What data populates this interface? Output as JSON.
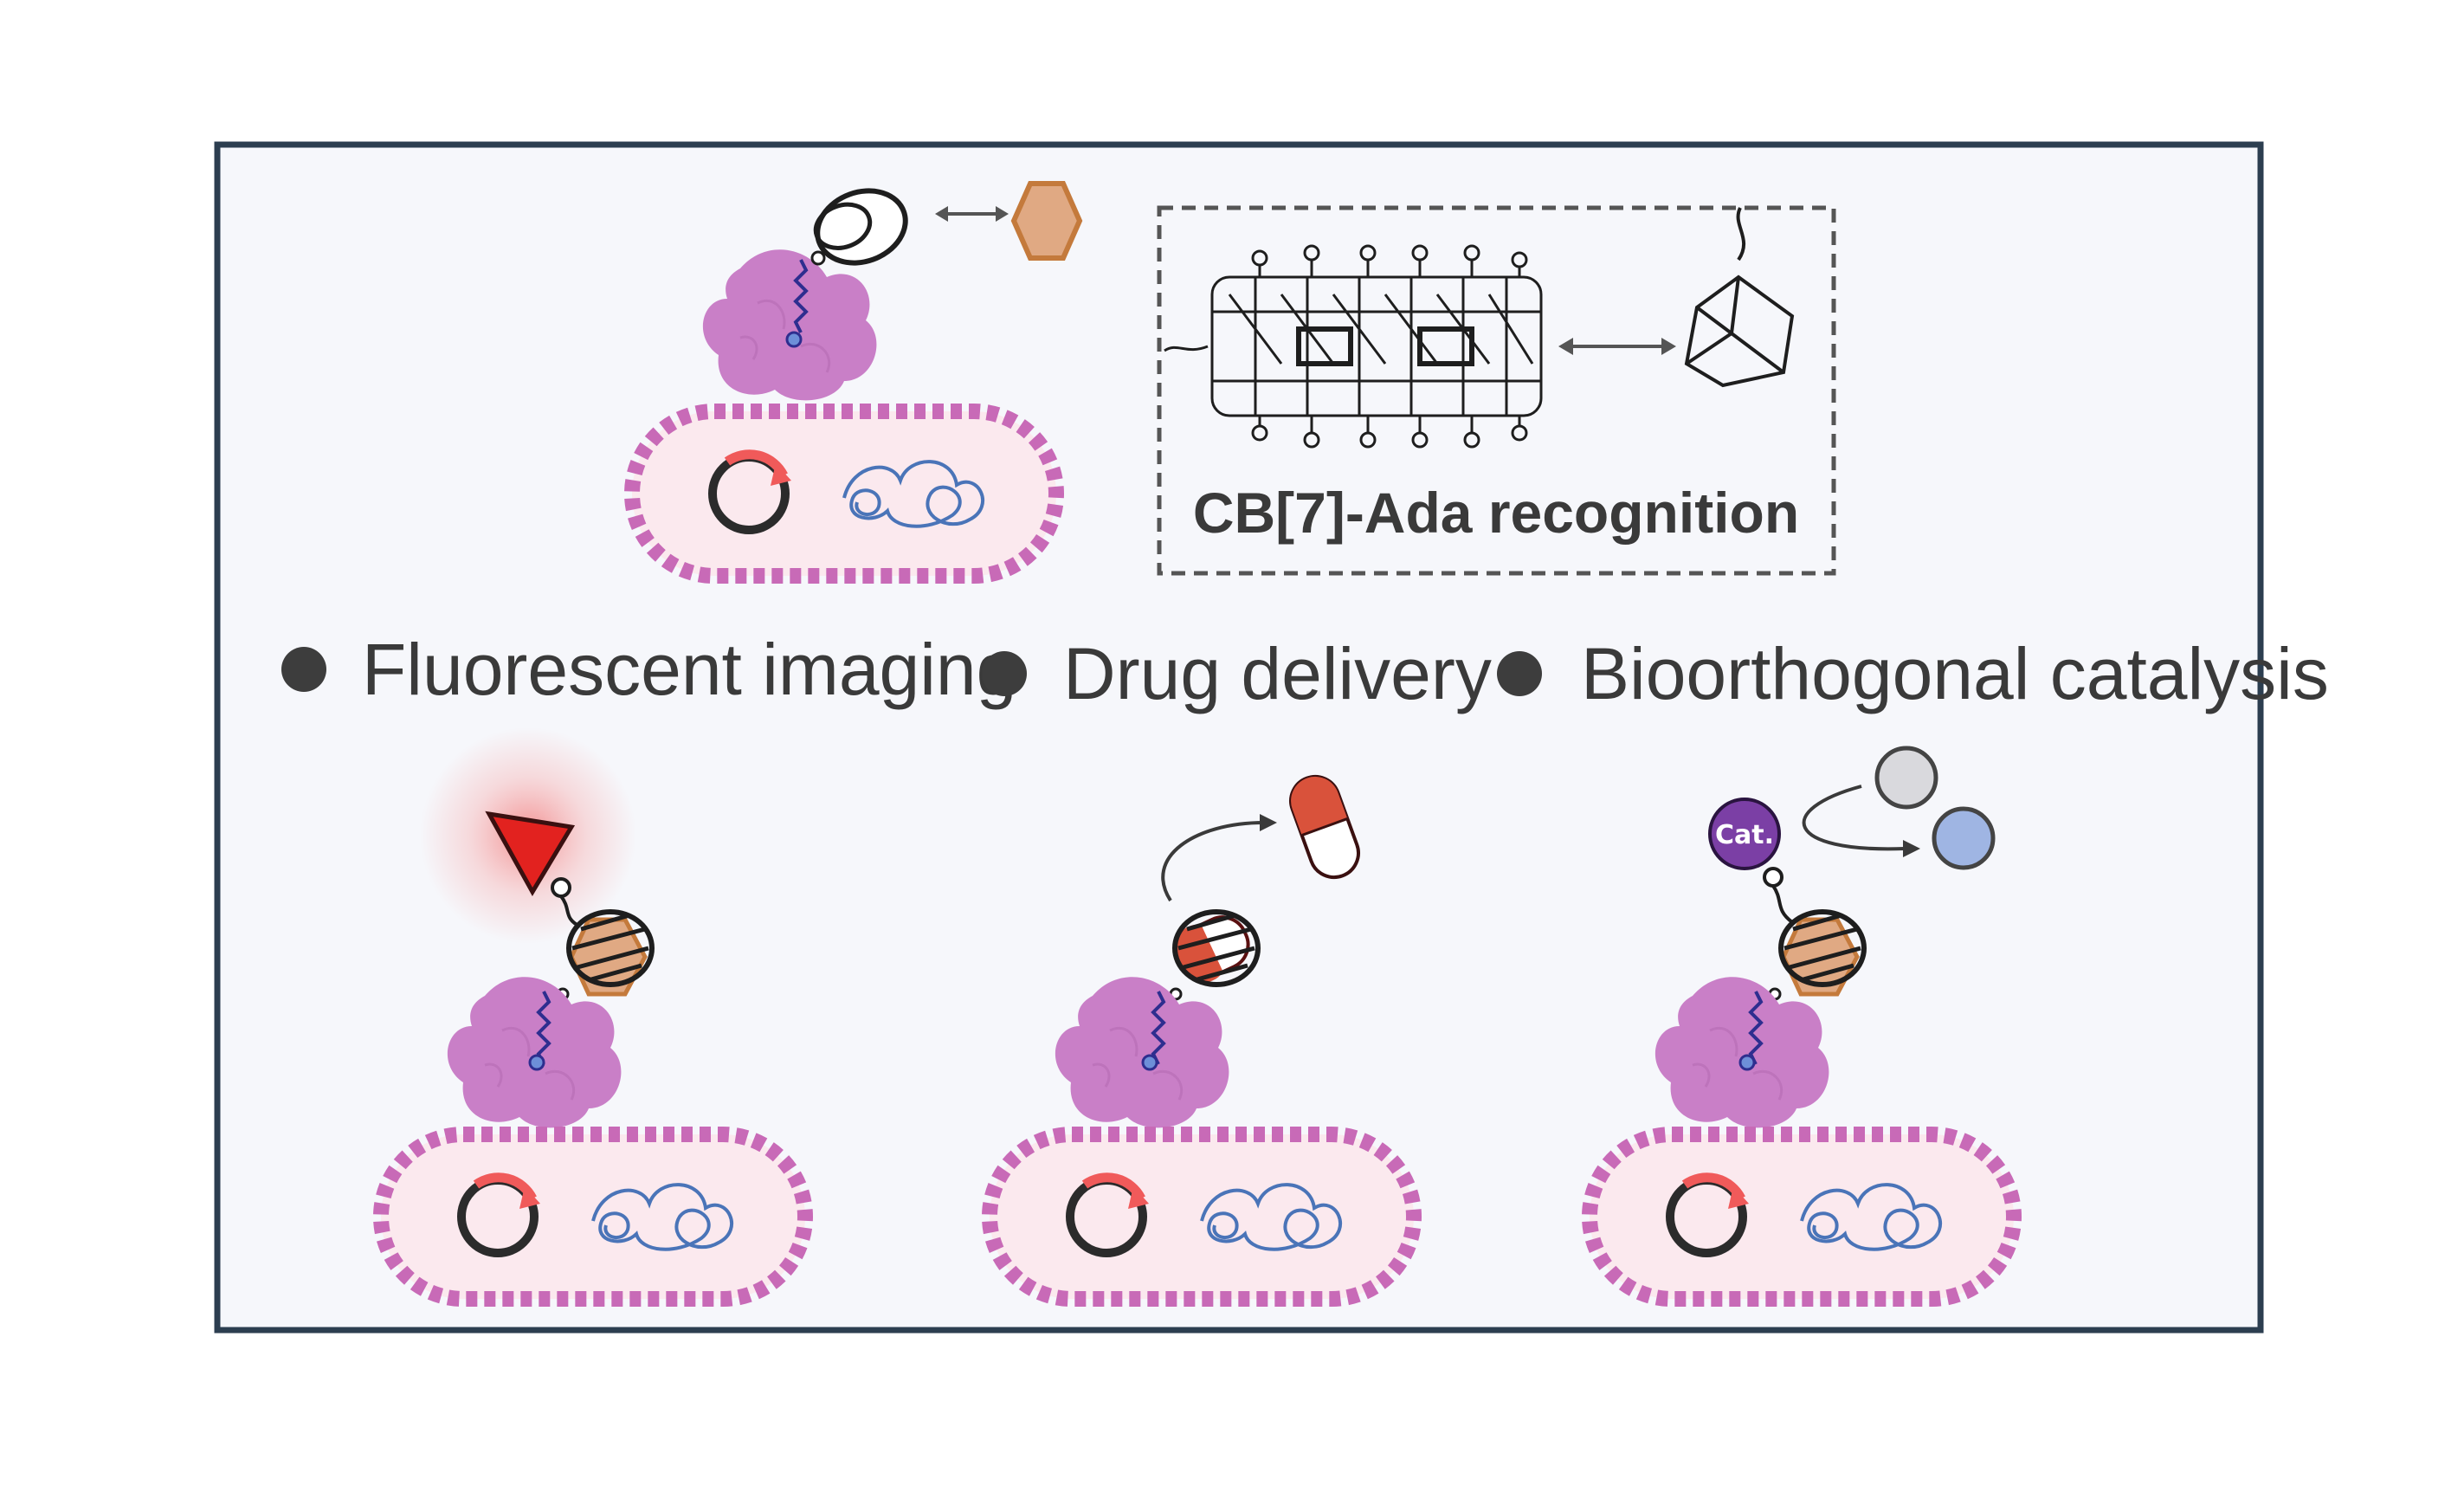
{
  "figure": {
    "recognition_label": "CB[7]-Ada recognition",
    "applications": [
      {
        "label": "Fluorescent imaging"
      },
      {
        "label": "Drug delivery"
      },
      {
        "label": "Bioorthogonal catalysis"
      }
    ],
    "catalyst_label": "Cat.",
    "colors": {
      "frame_border": "#2c3e50",
      "panel_background": "#f6f7fb",
      "protein": "#c97fc7",
      "cell_membrane": "#c86ab7",
      "cell_fill": "#fbe9ee",
      "adamantane_guest": "#e0a983",
      "dye": "#e2221f",
      "drug_capsule": "#d9523b",
      "catalyst": "#7b3fa5",
      "substrate": "#d9d9dd",
      "product": "#9fb5e3",
      "dna": "#4a74b8",
      "plasmid_arrow": "#f05a5a"
    }
  }
}
